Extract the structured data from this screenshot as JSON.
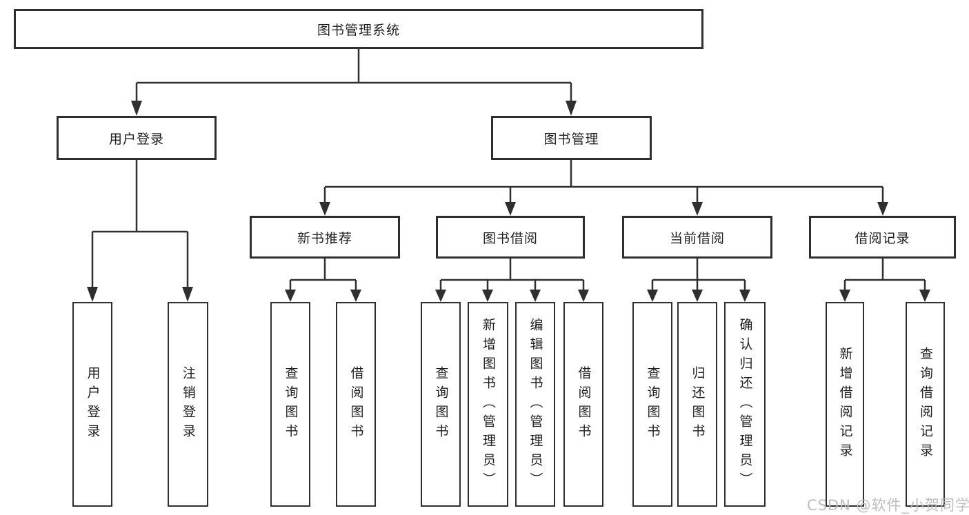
{
  "diagram": {
    "title": "图书管理系统",
    "branches": {
      "user_login": {
        "label": "用户登录",
        "children": [
          "用户登录",
          "注销登录"
        ]
      },
      "book_management": {
        "label": "图书管理",
        "children": {
          "new_book_recommend": {
            "label": "新书推荐",
            "children": [
              "查询图书",
              "借阅图书"
            ]
          },
          "book_borrow": {
            "label": "图书借阅",
            "children": [
              "查询图书",
              "新增图书（管理员）",
              "编辑图书（管理员）",
              "借阅图书"
            ]
          },
          "current_borrow": {
            "label": "当前借阅",
            "children": [
              "查询图书",
              "归还图书",
              "确认归还（管理员）"
            ]
          },
          "borrow_records": {
            "label": "借阅记录",
            "children": [
              "新增借阅记录",
              "查询借阅记录"
            ]
          }
        }
      }
    },
    "watermark": "CSDN @软件_小贺同学",
    "colors": {
      "line": "#2f2f2f",
      "text": "#1f1f1f",
      "watermark": "#bdbdbd",
      "background": "#ffffff"
    }
  }
}
